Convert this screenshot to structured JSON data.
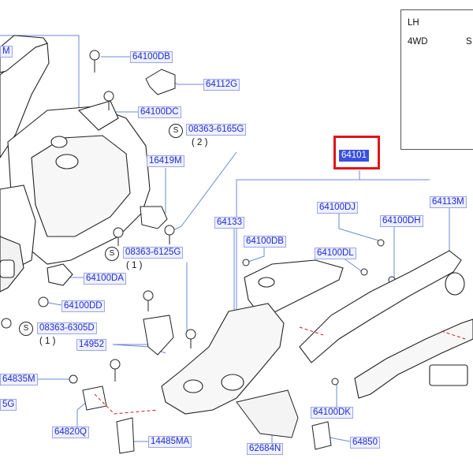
{
  "inset": {
    "side": "LH",
    "drive": "4WD",
    "cut_letter": "S"
  },
  "highlighted_part": "64101",
  "labels": {
    "l_64100DB": "64100DB",
    "l_64112G": "64112G",
    "l_64100DC": "64100DC",
    "l_08363_6165G": "08363-6165G",
    "q_6165G": "( 2 )",
    "l_16419M": "16419M",
    "l_64101": "64101",
    "l_64133": "64133",
    "l_64100DJ": "64100DJ",
    "l_64100DH": "64100DH",
    "l_64113M": "64113M",
    "l_64100DB_b": "64100DB",
    "l_64100DL": "64100DL",
    "l_08363_6125G": "08363-6125G",
    "q_6125G": "( 1 )",
    "l_64100DA": "64100DA",
    "l_64100DD": "64100DD",
    "l_08363_6305D": "08363-6305D",
    "q_6305D": "( 1 )",
    "l_14952": "14952",
    "l_64835M": "64835M",
    "l_5G": "5G",
    "l_64820Q": "64820Q",
    "l_14485MA": "14485MA",
    "l_62684N": "62684N",
    "l_64100DK": "64100DK",
    "l_64850": "64850",
    "l_M_top": "M"
  },
  "std_symbol": "S",
  "colors": {
    "label_text": "#1f2bd0",
    "label_bg": "#eef0ff",
    "leader": "#6b8ad6",
    "highlight": "#e0141b",
    "line_art": "#222222",
    "dash": "#cc2222"
  }
}
